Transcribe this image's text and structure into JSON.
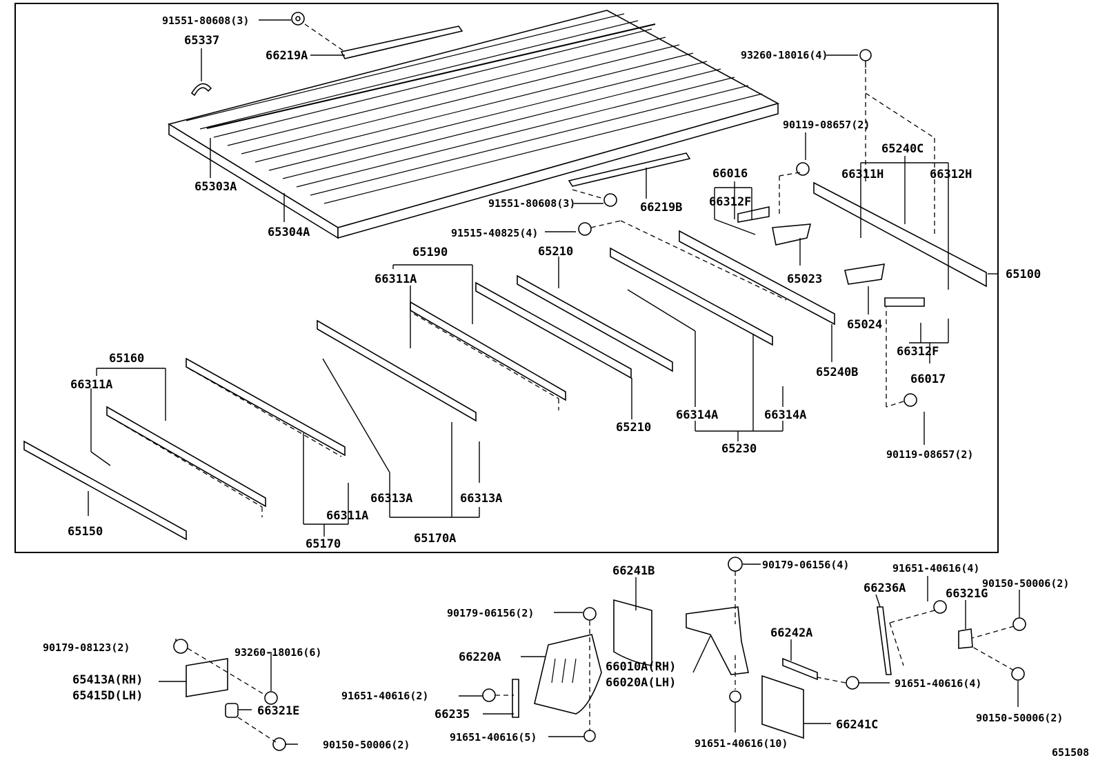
{
  "diagram_id": "651508",
  "labels": {
    "l_91551_top": "91551-80608(3)",
    "l_65337": "65337",
    "l_66219A": "66219A",
    "l_65303A": "65303A",
    "l_65304A": "65304A",
    "l_91551_mid": "91551-80608(3)",
    "l_66219B": "66219B",
    "l_93260_top": "93260-18016(4)",
    "l_90119_top": "90119-08657(2)",
    "l_66016": "66016",
    "l_66312F_a": "66312F",
    "l_65240C": "65240C",
    "l_66311H": "66311H",
    "l_66312H": "66312H",
    "l_91515": "91515-40825(4)",
    "l_65023": "65023",
    "l_65100": "65100",
    "l_65190": "65190",
    "l_66311A_a": "66311A",
    "l_65210_a": "65210",
    "l_65024": "65024",
    "l_66312F_b": "66312F",
    "l_66017": "66017",
    "l_65240B": "65240B",
    "l_65160": "65160",
    "l_66311A_b": "66311A",
    "l_65210_b": "65210",
    "l_66314A_a": "66314A",
    "l_66314A_b": "66314A",
    "l_65230": "65230",
    "l_90119_bot": "90119-08657(2)",
    "l_66313A_a": "66313A",
    "l_66313A_b": "66313A",
    "l_66311A_c": "66311A",
    "l_65150": "65150",
    "l_65170": "65170",
    "l_65170A": "65170A",
    "l_66241B": "66241B",
    "l_90179_06156_4": "90179-06156(4)",
    "l_91651_top4": "91651-40616(4)",
    "l_90150_top": "90150-50006(2)",
    "l_66236A": "66236A",
    "l_66321G": "66321G",
    "l_90179_06156_2": "90179-06156(2)",
    "l_66242A": "66242A",
    "l_90179_08123": "90179-08123(2)",
    "l_93260_6": "93260-18016(6)",
    "l_66220A": "66220A",
    "l_66010A": "66010A(RH)",
    "l_66020A": "66020A(LH)",
    "l_65413A": "65413A(RH)",
    "l_65415D": "65415D(LH)",
    "l_91651_mid2": "91651-40616(2)",
    "l_91651_r4": "91651-40616(4)",
    "l_66235": "66235",
    "l_66321E": "66321E",
    "l_90150_bot": "90150-50006(2)",
    "l_66241C": "66241C",
    "l_91651_5": "91651-40616(5)",
    "l_91651_10": "91651-40616(10)",
    "l_90150_left": "90150-50006(2)",
    "l_651508": "651508"
  }
}
